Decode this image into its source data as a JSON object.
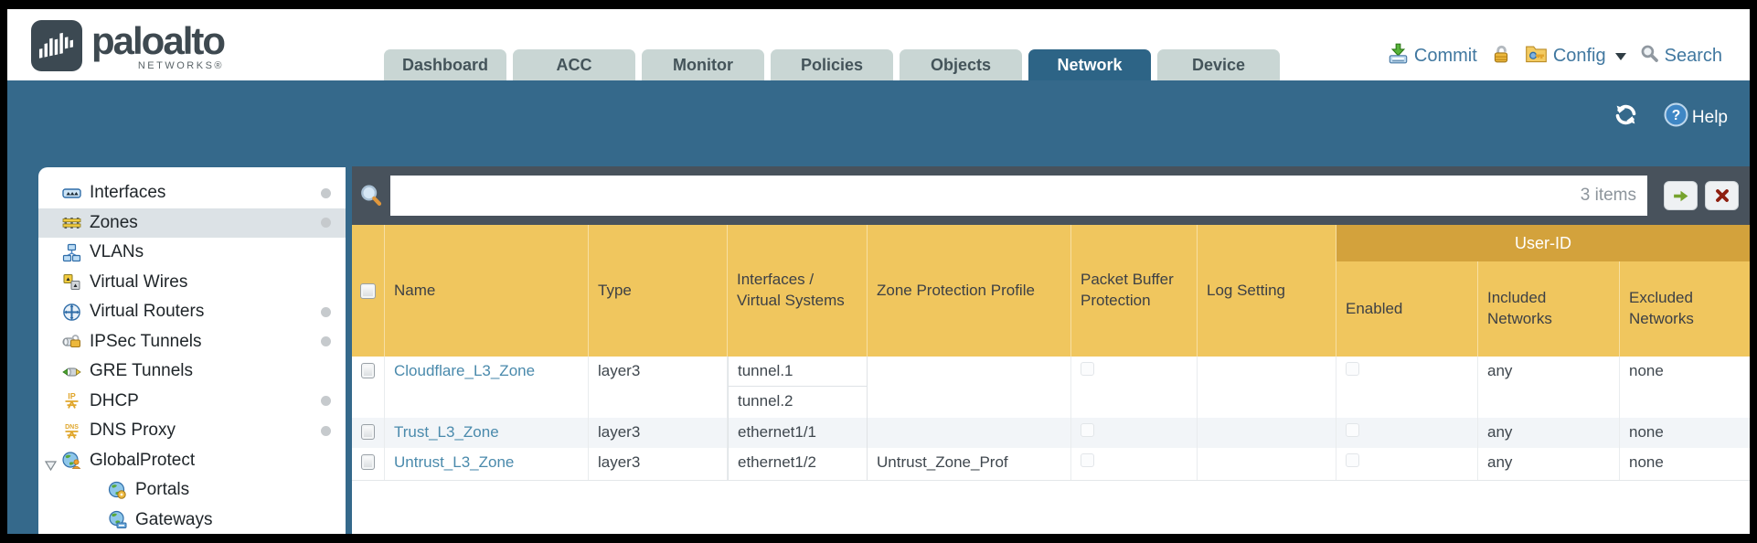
{
  "brand": {
    "name": "paloalto",
    "networks_label": "NETWORKS®"
  },
  "nav": {
    "tabs": [
      {
        "label": "Dashboard",
        "active": false
      },
      {
        "label": "ACC",
        "active": false
      },
      {
        "label": "Monitor",
        "active": false
      },
      {
        "label": "Policies",
        "active": false
      },
      {
        "label": "Objects",
        "active": false
      },
      {
        "label": "Network",
        "active": true
      },
      {
        "label": "Device",
        "active": false
      }
    ]
  },
  "utilities": {
    "commit_label": "Commit",
    "config_label": "Config",
    "search_label": "Search"
  },
  "band": {
    "help_label": "Help"
  },
  "sidebar": {
    "items": [
      {
        "label": "Interfaces",
        "icon": "interfaces-icon",
        "has_status_dot": true,
        "selected": false,
        "indent": 0
      },
      {
        "label": "Zones",
        "icon": "zones-icon",
        "has_status_dot": true,
        "selected": true,
        "indent": 0
      },
      {
        "label": "VLANs",
        "icon": "vlans-icon",
        "has_status_dot": false,
        "selected": false,
        "indent": 0
      },
      {
        "label": "Virtual Wires",
        "icon": "virtual-wires-icon",
        "has_status_dot": false,
        "selected": false,
        "indent": 0
      },
      {
        "label": "Virtual Routers",
        "icon": "virtual-routers-icon",
        "has_status_dot": true,
        "selected": false,
        "indent": 0
      },
      {
        "label": "IPSec Tunnels",
        "icon": "ipsec-tunnels-icon",
        "has_status_dot": true,
        "selected": false,
        "indent": 0
      },
      {
        "label": "GRE Tunnels",
        "icon": "gre-tunnels-icon",
        "has_status_dot": false,
        "selected": false,
        "indent": 0
      },
      {
        "label": "DHCP",
        "icon": "dhcp-icon",
        "has_status_dot": true,
        "selected": false,
        "indent": 0
      },
      {
        "label": "DNS Proxy",
        "icon": "dns-proxy-icon",
        "has_status_dot": true,
        "selected": false,
        "indent": 0
      },
      {
        "label": "GlobalProtect",
        "icon": "globalprotect-icon",
        "has_status_dot": false,
        "selected": false,
        "indent": 0,
        "expanded": true
      },
      {
        "label": "Portals",
        "icon": "portals-icon",
        "has_status_dot": false,
        "selected": false,
        "indent": 1
      },
      {
        "label": "Gateways",
        "icon": "gateways-icon",
        "has_status_dot": false,
        "selected": false,
        "indent": 1
      }
    ]
  },
  "filterbar": {
    "query_value": "",
    "count_label": "3 items"
  },
  "table": {
    "group_header": "User-ID",
    "columns": [
      "Name",
      "Type",
      "Interfaces / Virtual Systems",
      "Zone Protection Profile",
      "Packet Buffer Protection",
      "Log Setting",
      "Enabled",
      "Included Networks",
      "Excluded Networks"
    ],
    "rows": [
      {
        "name": "Cloudflare_L3_Zone",
        "type": "layer3",
        "interfaces": [
          "tunnel.1",
          "tunnel.2"
        ],
        "zone_protection_profile": "",
        "packet_buffer_protection": false,
        "log_setting": "",
        "user_id_enabled": false,
        "included_networks": "any",
        "excluded_networks": "none"
      },
      {
        "name": "Trust_L3_Zone",
        "type": "layer3",
        "interfaces": [
          "ethernet1/1"
        ],
        "zone_protection_profile": "",
        "packet_buffer_protection": false,
        "log_setting": "",
        "user_id_enabled": false,
        "included_networks": "any",
        "excluded_networks": "none"
      },
      {
        "name": "Untrust_L3_Zone",
        "type": "layer3",
        "interfaces": [
          "ethernet1/2"
        ],
        "zone_protection_profile": "Untrust_Zone_Prof",
        "packet_buffer_protection": false,
        "log_setting": "",
        "user_id_enabled": false,
        "included_networks": "any",
        "excluded_networks": "none"
      }
    ]
  },
  "colors": {
    "band_teal": "#35698b",
    "active_tab_blue": "#2d6486",
    "filter_strip_gray": "#48525c",
    "header_gold": "#f0c65e",
    "group_header_gold": "#d3a23c",
    "alt_row": "#f2f5f8",
    "link_blue": "#4a8aac",
    "tab_gray": "#c9d6d4"
  }
}
